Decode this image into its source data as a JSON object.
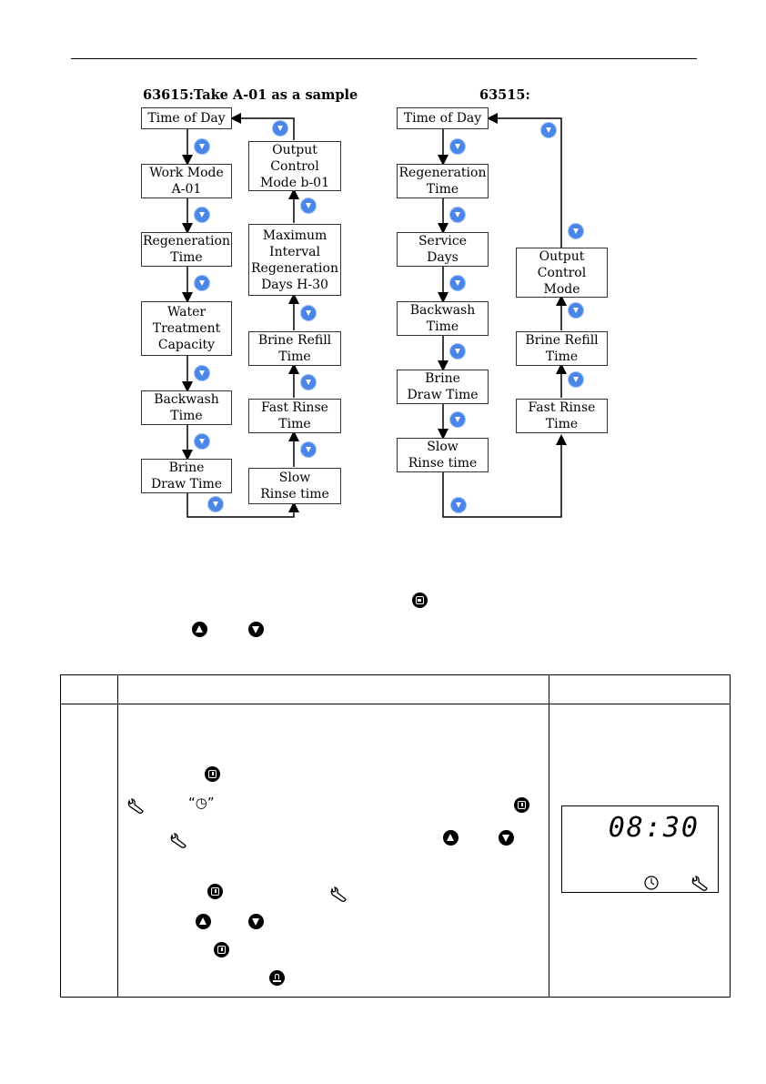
{
  "left_chart": {
    "title": "63615:Take A-01 as a sample",
    "boxes": {
      "time_of_day": "Time of Day",
      "work_mode": "Work Mode\nA-01",
      "regeneration_time": "Regeneration\nTime",
      "water_treatment_capacity": "Water\nTreatment\nCapacity",
      "backwash_time": "Backwash\nTime",
      "brine_draw_time": "Brine\nDraw Time",
      "output_control_mode": "Output\nControl\nMode b-01",
      "max_interval_days": "Maximum\nInterval\nRegeneration\nDays H-30",
      "brine_refill_time": "Brine Refill\nTime",
      "fast_rinse_time": "Fast Rinse\nTime",
      "slow_rinse_time": "Slow\nRinse time"
    }
  },
  "right_chart": {
    "title": "63515:",
    "boxes": {
      "time_of_day": "Time of Day",
      "regeneration_time": "Regeneration\nTime",
      "service_days": "Service\nDays",
      "backwash_time": "Backwash\nTime",
      "brine_draw_time": "Brine\nDraw Time",
      "slow_rinse_time": "Slow\nRinse time",
      "output_control_mode": "Output\nControl\nMode",
      "brine_refill_time": "Brine Refill\nTime",
      "fast_rinse_time": "Fast Rinse\nTime"
    }
  },
  "icons": {
    "badge": "down-arrow-badge",
    "menu_key": "menu-key-icon",
    "set_key": "set-key-icon",
    "up_key": "up-key-icon",
    "down_key": "down-key-icon",
    "regen_key": "regeneration-key-icon",
    "wrench": "wrench-icon",
    "clock": "clock-icon"
  },
  "display": {
    "lcd_time": "08:30"
  },
  "colors": {
    "badge_blue": "#4a86e8"
  }
}
